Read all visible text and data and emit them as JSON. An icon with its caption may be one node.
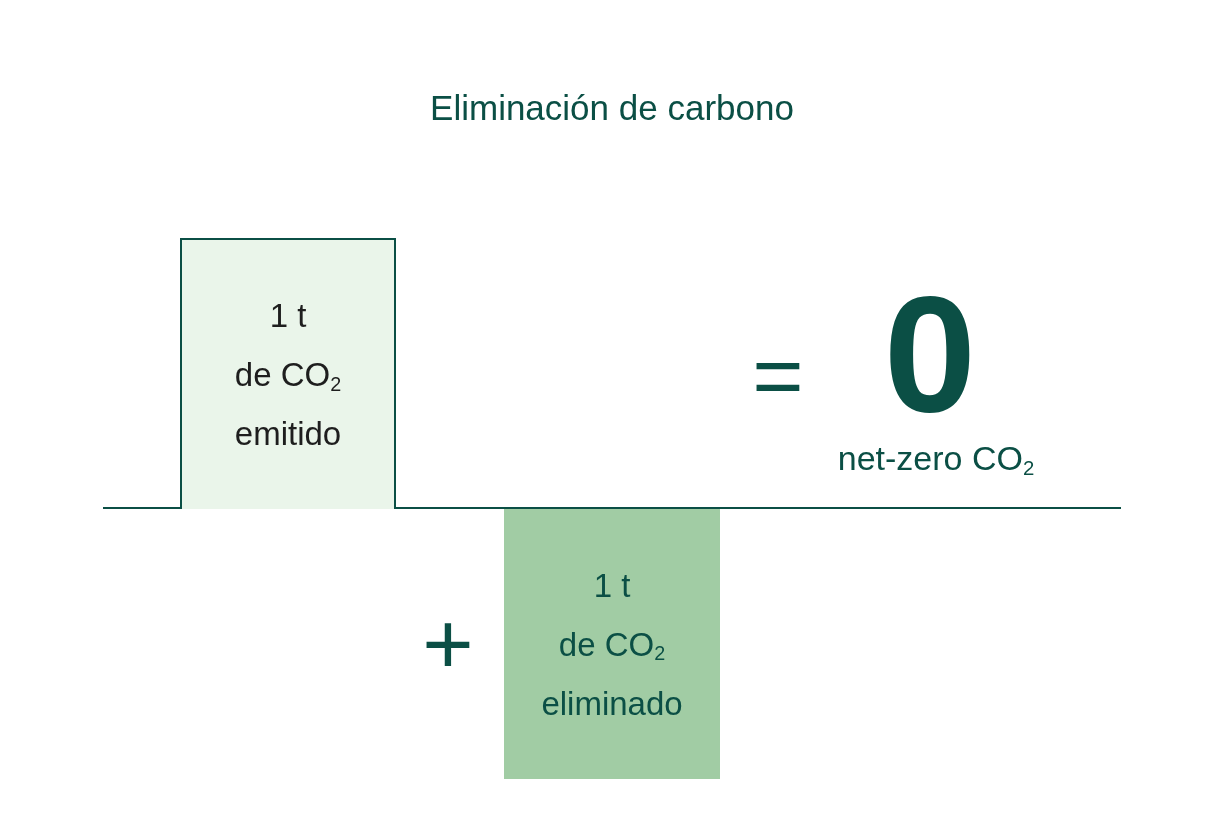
{
  "diagram": {
    "title": "Eliminación de carbono",
    "nodes": [
      {
        "text": [
          "1 t",
          "de CO$_{2}$",
          "emitido"
        ]
      },
      {
        "text": [
          "1 t",
          "de CO$_{2}$",
          "eliminado"
        ]
      }
    ],
    "labels": [
      "=",
      "0",
      "net-zero CO$_{2}$",
      "+"
    ]
  }
}
